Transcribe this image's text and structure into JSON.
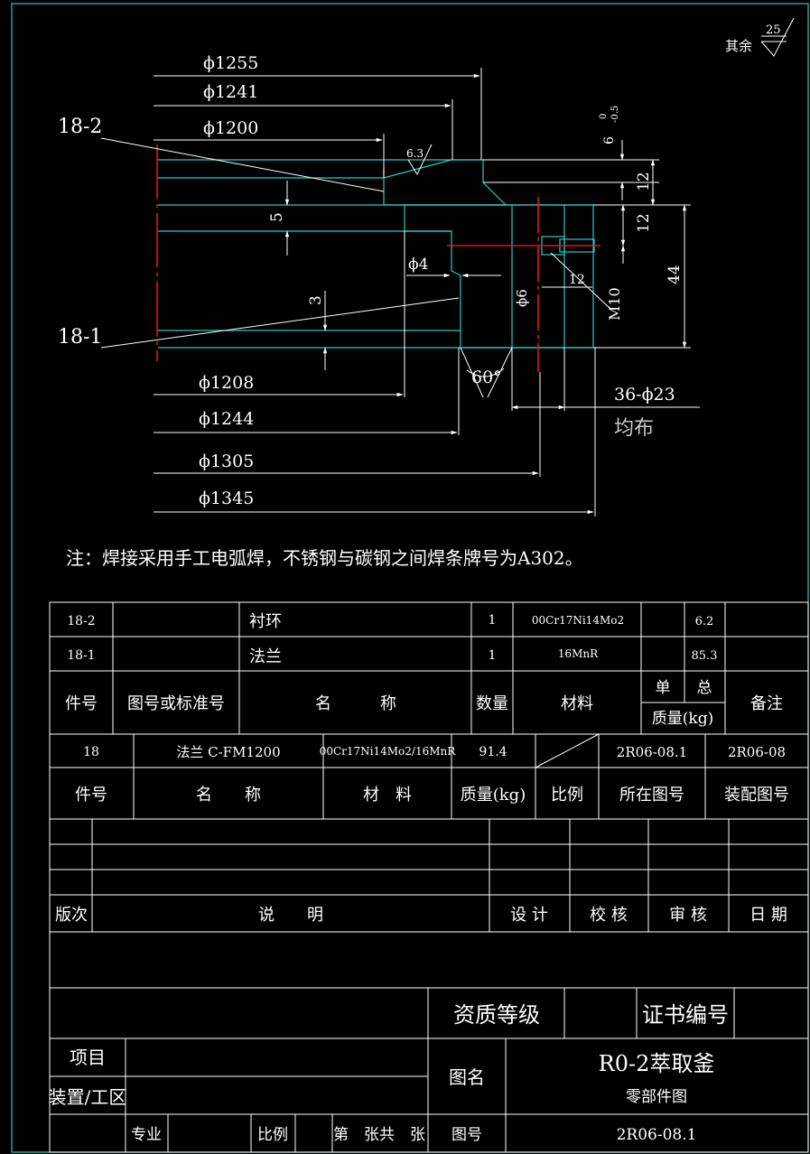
{
  "surface_finish": {
    "label": "其余",
    "value": "25"
  },
  "dims": {
    "d1255": "ϕ1255",
    "d1241": "ϕ1241",
    "d1200": "ϕ1200",
    "d1208": "ϕ1208",
    "d1244": "ϕ1244",
    "d1305": "ϕ1305",
    "d1345": "ϕ1345",
    "d4": "ϕ4",
    "d6": "ϕ6",
    "v5": "5",
    "v3": "3",
    "v12a": "12",
    "v12b": "12",
    "v12c": "12",
    "v44": "44",
    "m10": "M10",
    "angle": "60°",
    "groove": "6",
    "groove_tol_upper": "0",
    "groove_tol_lower": "-0.5",
    "roughness": "6.3",
    "holes": "36-ϕ23",
    "holes_note": "均布"
  },
  "part_labels": {
    "p182": "18-2",
    "p181": "18-1"
  },
  "note": "注：焊接采用手工电弧焊，不锈钢与碳钢之间焊条牌号为A302。",
  "bom": [
    {
      "no": "18-2",
      "code": "",
      "name": "衬环",
      "qty": "1",
      "material": "00Cr17Ni14Mo2",
      "unit": "",
      "total": "6.2",
      "remark": ""
    },
    {
      "no": "18-1",
      "code": "",
      "name": "法兰",
      "qty": "1",
      "material": "16MnR",
      "unit": "",
      "total": "85.3",
      "remark": ""
    }
  ],
  "bom_header": {
    "no": "件号",
    "code": "图号或标准号",
    "name": "名　　　称",
    "qty": "数量",
    "material": "材料",
    "unit": "单",
    "total": "总",
    "mass": "质量(kg)",
    "remark": "备注"
  },
  "part": {
    "no": "18",
    "name": "法兰 C-FM1200",
    "material": "00Cr17Ni14Mo2/16MnR",
    "mass": "91.4",
    "scale": "",
    "drawing": "2R06-08.1",
    "assembly": "2R06-08"
  },
  "part_header": {
    "no": "件号",
    "name": "名　　称",
    "material": "材　料",
    "mass": "质量(kg)",
    "scale": "比例",
    "drawing": "所在图号",
    "assembly": "装配图号"
  },
  "revision_header": {
    "ver": "版次",
    "desc": "说　　明",
    "design": "设 计",
    "check": "校 核",
    "review": "审 核",
    "date": "日 期"
  },
  "title_block": {
    "qualification": "资质等级",
    "certificate": "证书编号",
    "project": "项目",
    "unit": "装置/工区",
    "drawing_name_label": "图名",
    "drawing_name": "R0-2萃取釜",
    "drawing_subtitle": "零部件图",
    "specialty": "专业",
    "scale": "比例",
    "sheet": "第　张共　张",
    "drawing_no_label": "图号",
    "drawing_no": "2R06-08.1"
  }
}
